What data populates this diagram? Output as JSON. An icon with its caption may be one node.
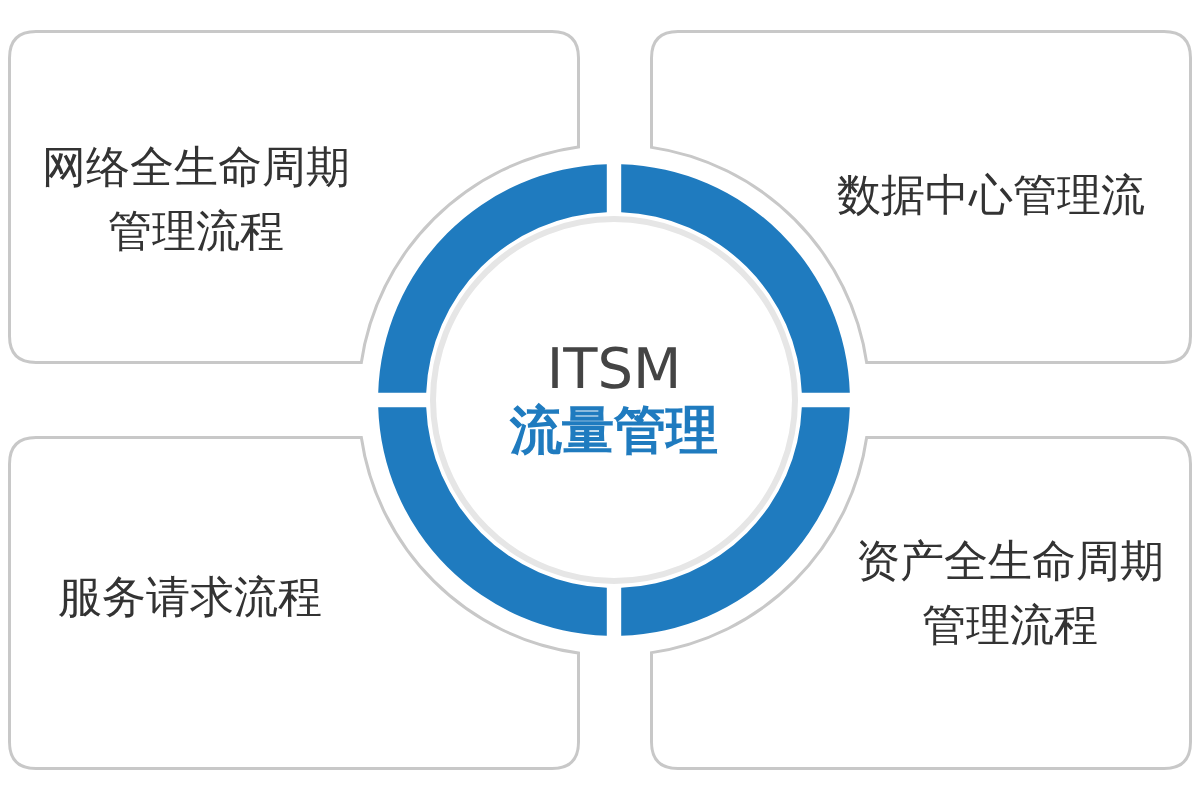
{
  "diagram": {
    "nodes": [
      {
        "text": [
          "ITSM",
          "流量管理"
        ]
      },
      {
        "text": [
          "网络全生命周期管理流程"
        ]
      },
      {
        "text": [
          "数据中心管理流"
        ]
      },
      {
        "text": [
          "服务请求流程"
        ]
      },
      {
        "text": [
          "资产全生命周期管理流程"
        ]
      }
    ]
  }
}
